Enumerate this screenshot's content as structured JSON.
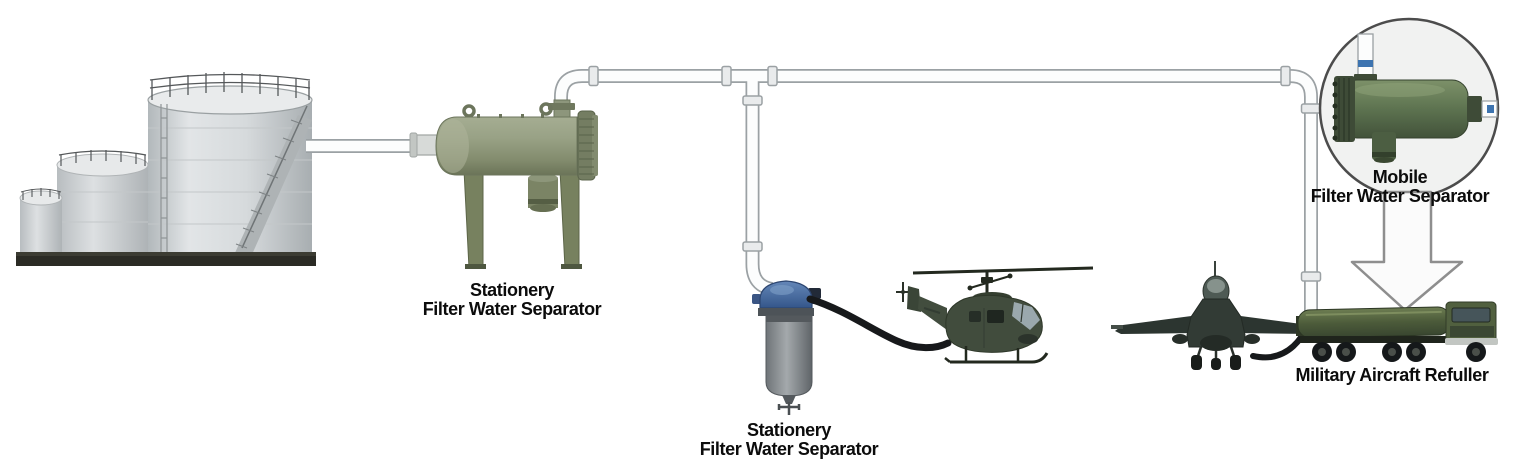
{
  "diagram": {
    "type": "military-aviation-fuel-distribution-flow",
    "background_color": "#ffffff",
    "components": [
      "fuel-storage-tanks",
      "stationary-filter-water-separator-horizontal",
      "piping-network",
      "stationary-filter-water-separator-vertical",
      "helicopter-uh1",
      "fighter-jet-f16",
      "mobile-filter-water-separator-detail-circle",
      "down-arrow",
      "military-aircraft-refueller-truck",
      "fuel-hoses"
    ],
    "colors": {
      "pipe_fill": "#fcfdfd",
      "pipe_stroke": "#9ba1a4",
      "vessel_green": "#97a083",
      "mobile_vessel_green": "#5d7350",
      "filter_head_blue": "#4a6fa5",
      "filter_body_gray": "#8f9498",
      "military_olive": "#414c3d",
      "truck_olive": "#4c5b3a",
      "storage_tank_gray": "#d8dcde",
      "circle_fill": "#f1f2f1",
      "circle_stroke": "#4c4c4c",
      "hose_black": "#17191b",
      "label_text": "#0c0c0c"
    }
  },
  "labels": {
    "sep1_l1": "Stationery",
    "sep1_l2": "Filter Water Separator",
    "sep2_l1": "Stationery",
    "sep2_l2": "Filter Water Separator",
    "mobile_l1": "Mobile",
    "mobile_l2": "Filter Water Separator",
    "refueller": "Military Aircraft Refuller"
  }
}
